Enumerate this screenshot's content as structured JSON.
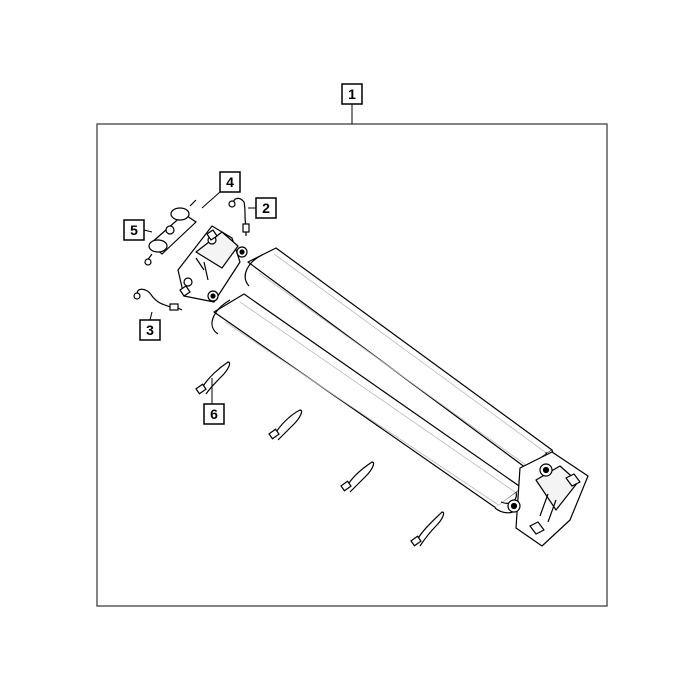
{
  "diagram": {
    "callouts": [
      {
        "id": "1",
        "label": "1"
      },
      {
        "id": "2",
        "label": "2"
      },
      {
        "id": "3",
        "label": "3"
      },
      {
        "id": "4",
        "label": "4"
      },
      {
        "id": "5",
        "label": "5"
      },
      {
        "id": "6",
        "label": "6"
      }
    ]
  },
  "colors": {
    "line": "#000000",
    "frame": "#333333",
    "fill": "#ffffff",
    "shadow": "#e6e6e6"
  },
  "icons": {
    "tank": "cylinder-icon",
    "bracket": "mounting-bracket-icon",
    "sensor": "sensor-harness-icon",
    "strap": "strap-icon",
    "cap": "end-cap-icon"
  }
}
